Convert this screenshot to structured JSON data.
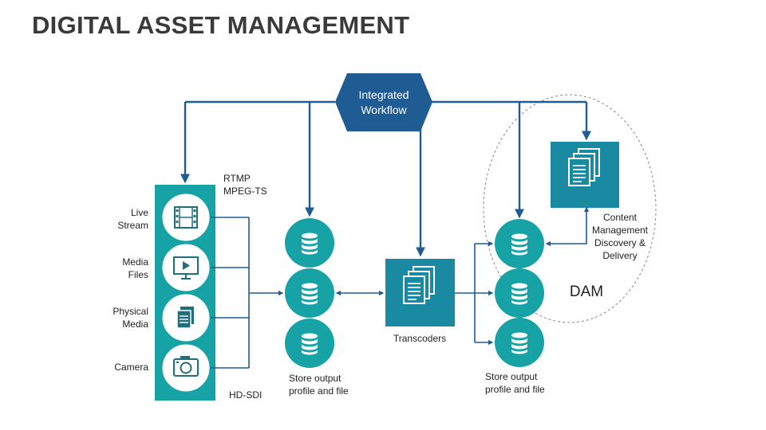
{
  "title": "DIGITAL ASSET MANAGEMENT",
  "hub": {
    "line1": "Integrated",
    "line2": "Workflow"
  },
  "protocols": {
    "line1": "RTMP",
    "line2": "MPEG-TS",
    "bottom": "HD-SDI"
  },
  "sources": [
    {
      "line1": "Live",
      "line2": "Stream",
      "icon": "film-icon"
    },
    {
      "line1": "Media",
      "line2": "Files",
      "icon": "monitor-play-icon"
    },
    {
      "line1": "Physical",
      "line2": "Media",
      "icon": "documents-icon"
    },
    {
      "line1": "",
      "line2": "Camera",
      "icon": "camera-icon"
    }
  ],
  "storage_left": {
    "line1": "Store output",
    "line2": "profile and file"
  },
  "transcoders": {
    "label": "Transcoders"
  },
  "storage_right": {
    "line1": "Store output",
    "line2": "profile and file"
  },
  "content_mgmt": {
    "line1": "Content",
    "line2": "Management",
    "line3": "Discovery &",
    "line4": "Delivery"
  },
  "dam_label": "DAM",
  "colors": {
    "teal": "#17a2a6",
    "dark_teal": "#1a8aa2",
    "navy": "#1f5c93",
    "text": "#222222",
    "title": "#3a3a3a"
  }
}
